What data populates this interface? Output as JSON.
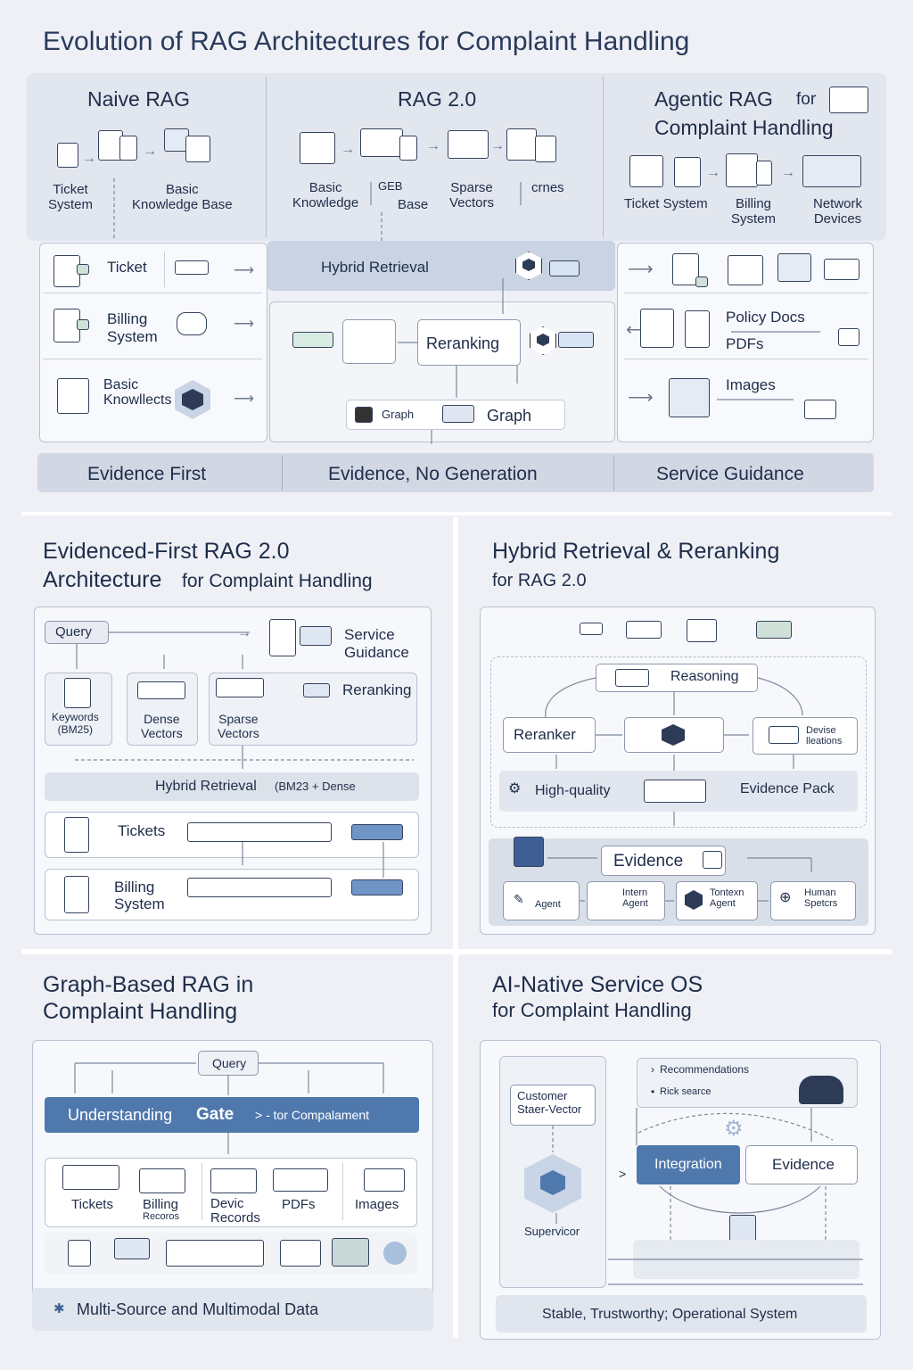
{
  "title": "Evolution of RAG Architectures for Complaint Handling",
  "top": {
    "naive": {
      "title": "Naive RAG",
      "src1": "Ticket\nSystem",
      "src2": "Basic\nKnowledge Base"
    },
    "rag2": {
      "title": "RAG 2.0",
      "src1": "Basic\nKnowledge",
      "src2": "GEB",
      "src3": "Base",
      "src4": "Sparse\nVectors",
      "src5": "crnes"
    },
    "agentic": {
      "title_a": "Agentic RAG",
      "title_b": "for",
      "title_c": "Complaint Handling",
      "src1": "Ticket System",
      "src2": "Billing\nSystem",
      "src3": "Network\nDevices"
    },
    "left_items": [
      "Ticket",
      "Billing\nSystem",
      "Basic\nKnowllects"
    ],
    "hybrid_retrieval": "Hybrid Retrieval",
    "reranking": "Reranking",
    "graph_small": "Graph",
    "graph": "Graph",
    "right_items": [
      "Policy Docs",
      "PDFs",
      "Images"
    ],
    "footer": [
      "Evidence First",
      "Evidence, No Generation",
      "Service Guidance"
    ]
  },
  "panel1": {
    "title_a": "Evidenced-First RAG 2.0",
    "title_b": "Architecture",
    "title_c": "for Complaint Handling",
    "query": "Query",
    "service_guidance": "Service\nGuidance",
    "keywords": "Keywords\n(BM25)",
    "dense": "Dense\nVectors",
    "sparse": "Sparse\nVectors",
    "reranking": "Reranking",
    "hybrid": "Hybrid Retrieval",
    "hybrid_detail": "(BM23 + Dense",
    "tickets": "Tickets",
    "billing": "Billing\nSystem"
  },
  "panel2": {
    "title_a": "Hybrid Retrieval & Reranking",
    "title_b": "for RAG 2.0",
    "reasoning": "Reasoning",
    "reranker": "Reranker",
    "device": "Devise\nlleations",
    "high_quality": "High-quality",
    "evidence_pack": "Evidence Pack",
    "evidence": "Evidence",
    "agents": [
      "Agent",
      "Intern\nAgent",
      "Tontexn\nAgent",
      "Human\nSpetcrs"
    ]
  },
  "panel3": {
    "title_a": "Graph-Based RAG in",
    "title_b": "Complaint Handling",
    "query": "Query",
    "gate_a": "Understanding",
    "gate_b": "Gate",
    "gate_c": "> - tor Compalament",
    "sources": [
      "Tickets",
      "Billing",
      "Devic\nRecords",
      "PDFs",
      "Images"
    ],
    "billing_sub": "Recoros",
    "footer": "Multi-Source and Multimodal Data"
  },
  "panel4": {
    "title_a": "AI-Native Service OS",
    "title_b": "for Complaint Handling",
    "recommendations": "Recommendations",
    "risk": "Rick searce",
    "customer": "Customer\nStaer-Vector",
    "supervisor": "Supervicor",
    "integration": "Integration",
    "evidence": "Evidence",
    "footer": "Stable, Trustworthy; Operational System"
  }
}
